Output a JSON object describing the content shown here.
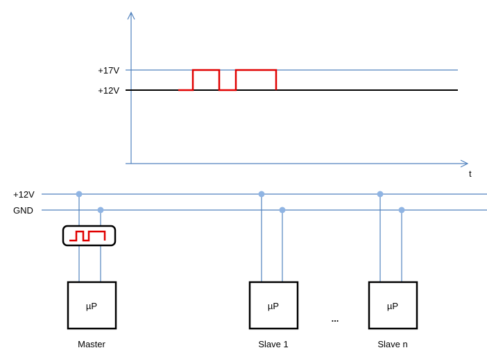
{
  "graph": {
    "level_high_label": "+17V",
    "level_low_label": "+12V",
    "time_axis_label": "t"
  },
  "bus": {
    "supply_label": "+12V",
    "ground_label": "GND"
  },
  "nodes": [
    {
      "chip_label": "µP",
      "name": "Master"
    },
    {
      "chip_label": "µP",
      "name": "Slave 1"
    },
    {
      "chip_label": "µP",
      "name": "Slave n"
    }
  ],
  "ellipsis": "...",
  "colors": {
    "line_blue": "#4f81bd",
    "signal_red": "#e00000",
    "node_dot": "#8fb4e3",
    "stroke": "#000000"
  }
}
